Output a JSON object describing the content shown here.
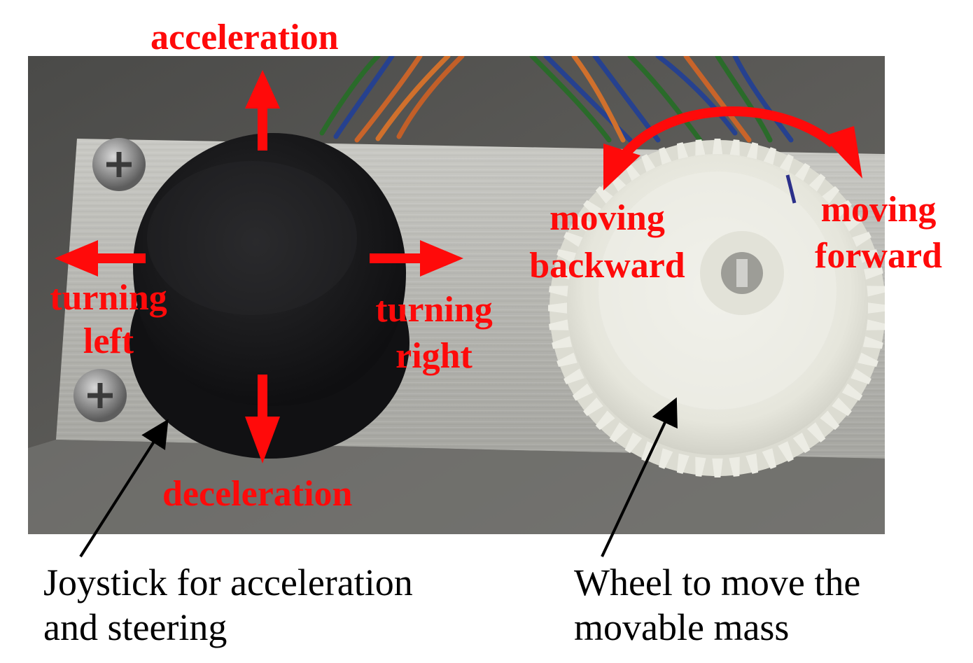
{
  "labels": {
    "acceleration": "acceleration",
    "deceleration": "deceleration",
    "turning_left": [
      "turning",
      "left"
    ],
    "turning_right": [
      "turning",
      "right"
    ],
    "moving_backward": [
      "moving",
      "backward"
    ],
    "moving_forward": [
      "moving",
      "forward"
    ]
  },
  "captions": {
    "joystick": [
      "Joystick for acceleration",
      "and steering"
    ],
    "wheel": [
      "Wheel to move the",
      "movable mass"
    ]
  },
  "colors": {
    "annotation_red": "#ff0a0a",
    "caption_black": "#000000",
    "plate": "#b5b5b0",
    "joystick": "#151517",
    "gear": "#eeeee6"
  }
}
